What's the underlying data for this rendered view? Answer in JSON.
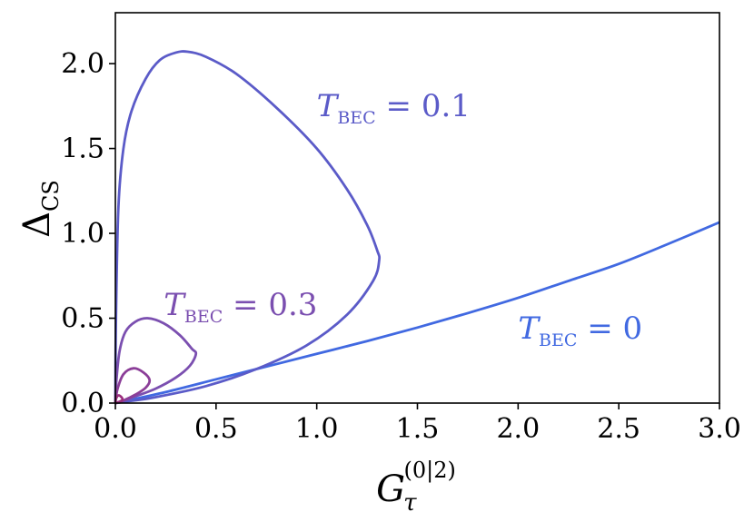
{
  "chart_data": {
    "type": "line",
    "xlim": [
      0.0,
      3.0
    ],
    "ylim": [
      0.0,
      2.3
    ],
    "xticks": [
      "0.0",
      "0.5",
      "1.0",
      "1.5",
      "2.0",
      "2.5",
      "3.0"
    ],
    "yticks": [
      "0.0",
      "0.5",
      "1.0",
      "1.5",
      "2.0"
    ],
    "xlabel": {
      "main": "G",
      "sub": "τ",
      "sup": "(0|2)"
    },
    "ylabel": {
      "main": "Δ",
      "sub": "CS"
    },
    "grid": false,
    "legend": "none",
    "series": [
      {
        "name": "T_BEC = 0",
        "color": "#4169e1",
        "points": [
          [
            0.0,
            0.0
          ],
          [
            0.25,
            0.065
          ],
          [
            0.5,
            0.14
          ],
          [
            0.75,
            0.215
          ],
          [
            1.0,
            0.29
          ],
          [
            1.25,
            0.365
          ],
          [
            1.5,
            0.445
          ],
          [
            1.75,
            0.53
          ],
          [
            2.0,
            0.62
          ],
          [
            2.25,
            0.72
          ],
          [
            2.5,
            0.82
          ],
          [
            2.75,
            0.94
          ],
          [
            3.0,
            1.065
          ]
        ]
      },
      {
        "name": "T_BEC = 0.1",
        "color": "#5b5bc8",
        "points": [
          [
            0.0,
            0.0
          ],
          [
            0.003,
            0.5
          ],
          [
            0.015,
            1.15
          ],
          [
            0.04,
            1.5
          ],
          [
            0.08,
            1.72
          ],
          [
            0.15,
            1.91
          ],
          [
            0.22,
            2.02
          ],
          [
            0.3,
            2.065
          ],
          [
            0.36,
            2.07
          ],
          [
            0.45,
            2.04
          ],
          [
            0.6,
            1.94
          ],
          [
            0.8,
            1.74
          ],
          [
            1.0,
            1.5
          ],
          [
            1.15,
            1.26
          ],
          [
            1.25,
            1.05
          ],
          [
            1.3,
            0.9
          ],
          [
            1.31,
            0.84
          ],
          [
            1.28,
            0.72
          ],
          [
            1.15,
            0.52
          ],
          [
            0.95,
            0.34
          ],
          [
            0.7,
            0.2
          ],
          [
            0.45,
            0.1
          ],
          [
            0.2,
            0.035
          ],
          [
            0.06,
            0.01
          ],
          [
            0.0,
            0.0
          ]
        ]
      },
      {
        "name": "T_BEC = 0.3",
        "color": "#7b4fb0",
        "points": [
          [
            0.0,
            0.0
          ],
          [
            0.003,
            0.1
          ],
          [
            0.02,
            0.3
          ],
          [
            0.05,
            0.42
          ],
          [
            0.1,
            0.48
          ],
          [
            0.16,
            0.5
          ],
          [
            0.24,
            0.47
          ],
          [
            0.32,
            0.4
          ],
          [
            0.38,
            0.32
          ],
          [
            0.4,
            0.29
          ],
          [
            0.37,
            0.22
          ],
          [
            0.3,
            0.15
          ],
          [
            0.2,
            0.085
          ],
          [
            0.1,
            0.04
          ],
          [
            0.03,
            0.01
          ],
          [
            0.0,
            0.0
          ]
        ]
      },
      {
        "name": "",
        "color": "#8b3e98",
        "points": [
          [
            0.0,
            0.0
          ],
          [
            0.01,
            0.08
          ],
          [
            0.04,
            0.17
          ],
          [
            0.09,
            0.205
          ],
          [
            0.14,
            0.18
          ],
          [
            0.17,
            0.135
          ],
          [
            0.15,
            0.09
          ],
          [
            0.1,
            0.05
          ],
          [
            0.04,
            0.015
          ],
          [
            0.0,
            0.0
          ]
        ]
      },
      {
        "name": "",
        "color": "#9b2f7e",
        "points": [
          [
            0.0,
            0.0
          ],
          [
            0.003,
            0.025
          ],
          [
            0.015,
            0.045
          ],
          [
            0.03,
            0.035
          ],
          [
            0.035,
            0.02
          ],
          [
            0.02,
            0.008
          ],
          [
            0.0,
            0.0
          ]
        ]
      }
    ],
    "annotations": [
      {
        "main": "T",
        "sub": "BEC",
        "rest": " = 0.1",
        "x": 1.0,
        "y": 1.69,
        "color": "#5b5bc8"
      },
      {
        "main": "T",
        "sub": "BEC",
        "rest": " = 0.3",
        "x": 0.24,
        "y": 0.52,
        "color": "#7b4fb0"
      },
      {
        "main": "T",
        "sub": "BEC",
        "rest": " = 0",
        "x": 2.0,
        "y": 0.38,
        "color": "#4169e1"
      }
    ]
  }
}
